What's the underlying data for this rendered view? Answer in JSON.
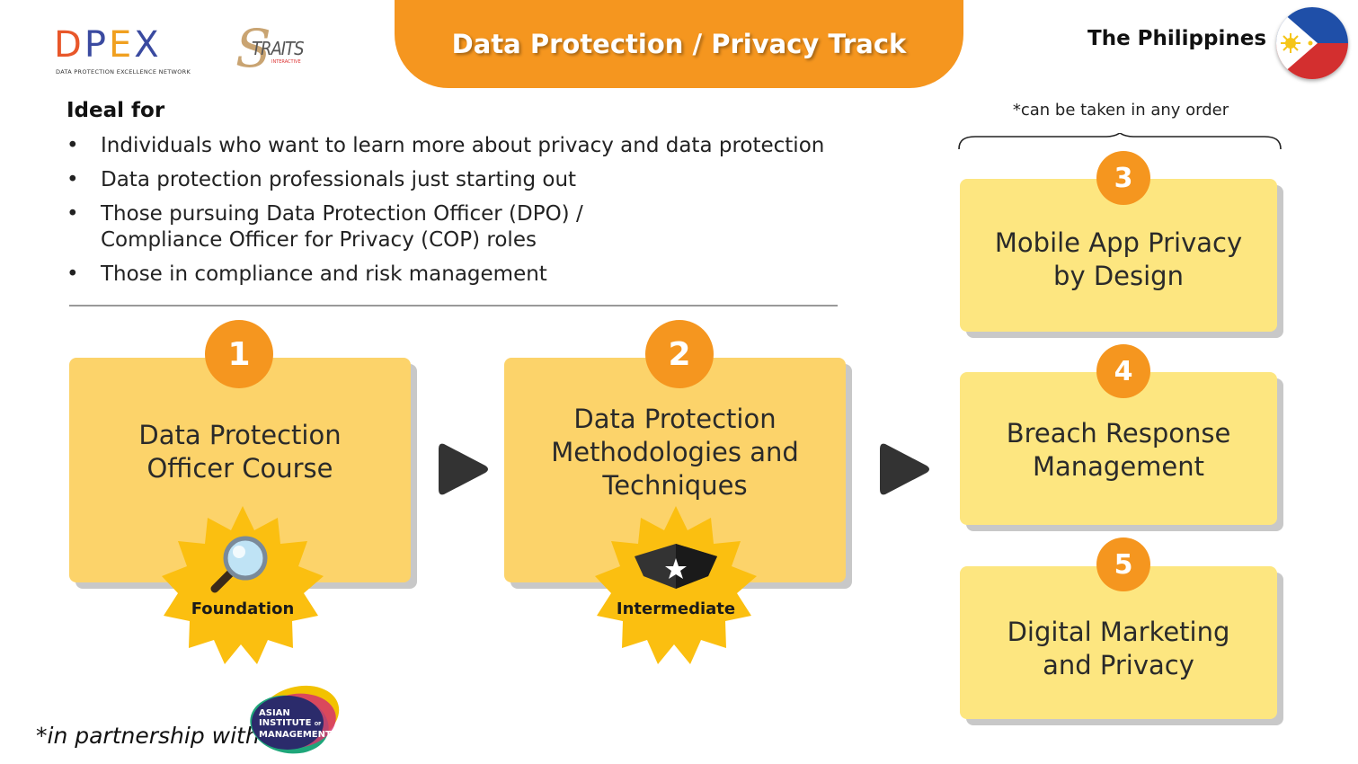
{
  "logos": {
    "dpex": {
      "letters": [
        "D",
        "P",
        "E",
        "X"
      ],
      "subtitle": "DATA PROTECTION EXCELLENCE NETWORK"
    },
    "straits": {
      "word": "TRAITS",
      "sub": "INTERACTIVE"
    },
    "aim": {
      "lines": [
        "ASIAN",
        "INSTITUTE",
        "MANAGEMENT"
      ],
      "of": "OF"
    }
  },
  "header": {
    "title": "Data Protection / Privacy Track",
    "country": "The Philippines",
    "flag_icon": "philippines-flag-icon"
  },
  "ideal_for": {
    "heading": "Ideal for",
    "bullet": "•",
    "items": [
      "Individuals who want to learn more about privacy and data protection",
      "Data protection professionals just starting out",
      "Those pursuing Data Protection Officer (DPO) / Compliance Officer for Privacy (COP) roles",
      "Those in compliance and risk management"
    ]
  },
  "order_note": "*can be taken in any order",
  "courses": [
    {
      "number": "1",
      "title": "Data Protection Officer Course",
      "level": "Foundation",
      "level_icon": "magnifier-icon"
    },
    {
      "number": "2",
      "title": "Data Protection Methodologies and Techniques",
      "level": "Intermediate",
      "level_icon": "graduation-cap-icon"
    },
    {
      "number": "3",
      "title": "Mobile App Privacy by Design"
    },
    {
      "number": "4",
      "title": "Breach Response Management"
    },
    {
      "number": "5",
      "title": "Digital Marketing and Privacy"
    }
  ],
  "footer": {
    "partnership": "*in partnership with"
  },
  "colors": {
    "accent_orange": "#f5961f",
    "box_main": "#fcd36a",
    "box_side": "#fde680",
    "badge_gold": "#fbbf10"
  }
}
